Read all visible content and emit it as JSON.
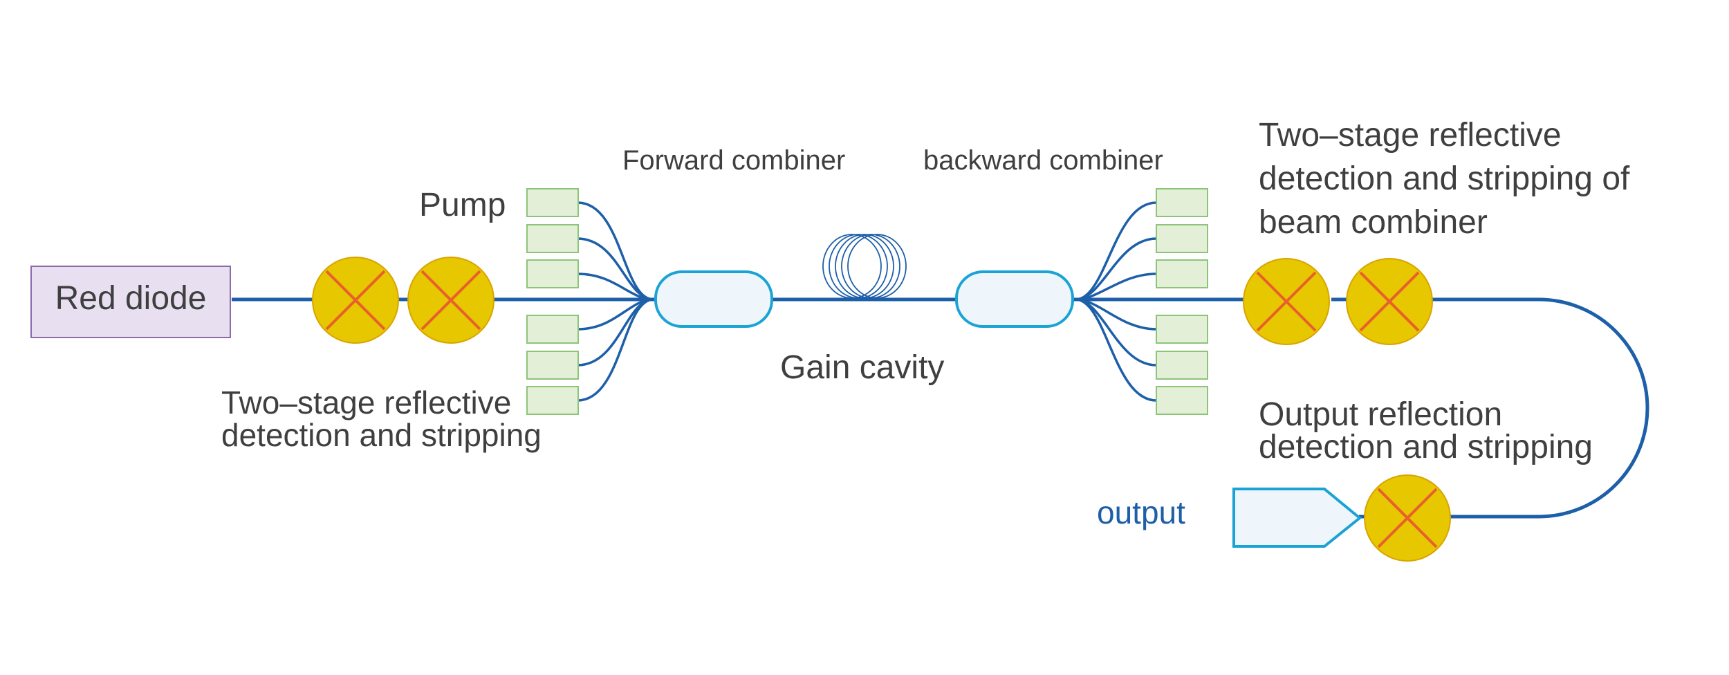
{
  "labels": {
    "red_diode": "Red diode",
    "pump": "Pump",
    "left_stripping_line1": "Two–stage reflective",
    "left_stripping_line2": "detection and stripping",
    "forward_combiner": "Forward combiner",
    "backward_combiner": "backward combiner",
    "gain_cavity": "Gain cavity",
    "right_stripping_line1": "Two–stage reflective",
    "right_stripping_line2": "detection and stripping of",
    "right_stripping_line3": "beam combiner",
    "output_reflection_line1": "Output reflection",
    "output_reflection_line2": "detection and stripping",
    "output": "output"
  },
  "colors": {
    "fiber": "#1d5fa8",
    "diode_fill": "#e8dff0",
    "diode_stroke": "#8c6aae",
    "stripper_fill": "#e6c700",
    "stripper_cross": "#e8602c",
    "pump_fill": "#e3efd6",
    "pump_stroke": "#8cc47a",
    "combiner_fill": "#eef5fb",
    "combiner_stroke": "#1aa3d4",
    "text": "#3f3f3f",
    "output_text": "#1d5fa8"
  }
}
